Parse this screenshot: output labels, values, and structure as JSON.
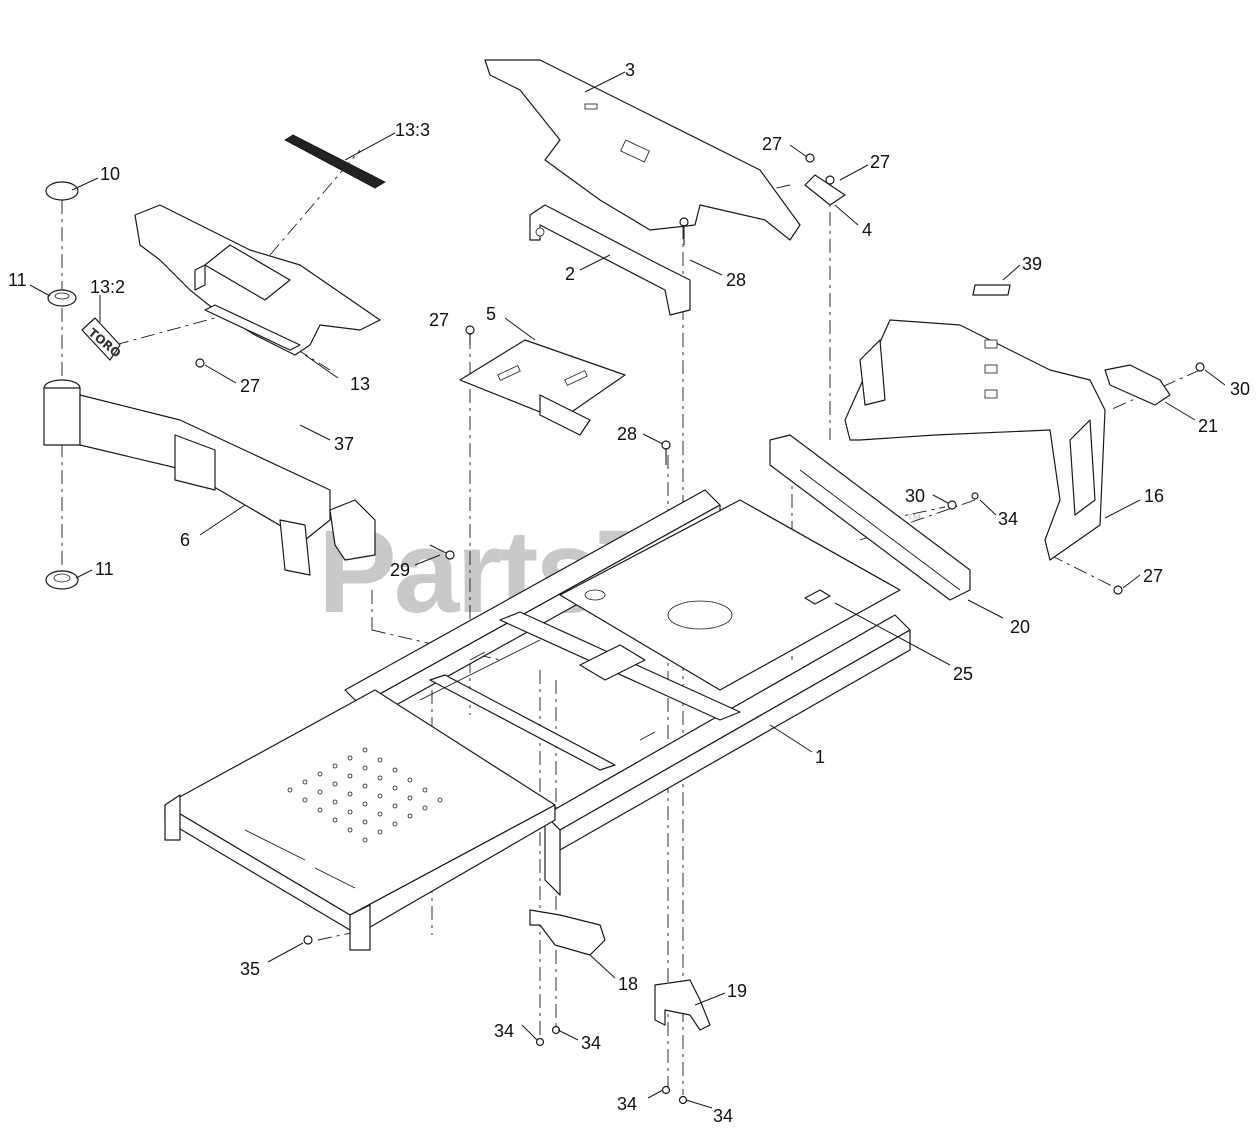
{
  "watermark": {
    "text": "PartsTree",
    "trademark": "™"
  },
  "logo_decal_text": "TORO",
  "callouts": [
    {
      "id": "c-3",
      "label": "3"
    },
    {
      "id": "c-13-3",
      "label": "13:3"
    },
    {
      "id": "c-10",
      "label": "10"
    },
    {
      "id": "c-27a",
      "label": "27"
    },
    {
      "id": "c-27b",
      "label": "27"
    },
    {
      "id": "c-4",
      "label": "4"
    },
    {
      "id": "c-11a",
      "label": "11"
    },
    {
      "id": "c-13-2",
      "label": "13:2"
    },
    {
      "id": "c-2",
      "label": "2"
    },
    {
      "id": "c-28a",
      "label": "28"
    },
    {
      "id": "c-39",
      "label": "39"
    },
    {
      "id": "c-27c",
      "label": "27"
    },
    {
      "id": "c-5",
      "label": "5"
    },
    {
      "id": "c-13",
      "label": "13"
    },
    {
      "id": "c-27d",
      "label": "27"
    },
    {
      "id": "c-30a",
      "label": "30"
    },
    {
      "id": "c-21",
      "label": "21"
    },
    {
      "id": "c-37",
      "label": "37"
    },
    {
      "id": "c-28b",
      "label": "28"
    },
    {
      "id": "c-30b",
      "label": "30"
    },
    {
      "id": "c-16",
      "label": "16"
    },
    {
      "id": "c-34a",
      "label": "34"
    },
    {
      "id": "c-6",
      "label": "6"
    },
    {
      "id": "c-29",
      "label": "29"
    },
    {
      "id": "c-11b",
      "label": "11"
    },
    {
      "id": "c-27e",
      "label": "27"
    },
    {
      "id": "c-20",
      "label": "20"
    },
    {
      "id": "c-25",
      "label": "25"
    },
    {
      "id": "c-1",
      "label": "1"
    },
    {
      "id": "c-35",
      "label": "35"
    },
    {
      "id": "c-18",
      "label": "18"
    },
    {
      "id": "c-19",
      "label": "19"
    },
    {
      "id": "c-34b",
      "label": "34"
    },
    {
      "id": "c-34c",
      "label": "34"
    },
    {
      "id": "c-34d",
      "label": "34"
    },
    {
      "id": "c-34e",
      "label": "34"
    }
  ]
}
